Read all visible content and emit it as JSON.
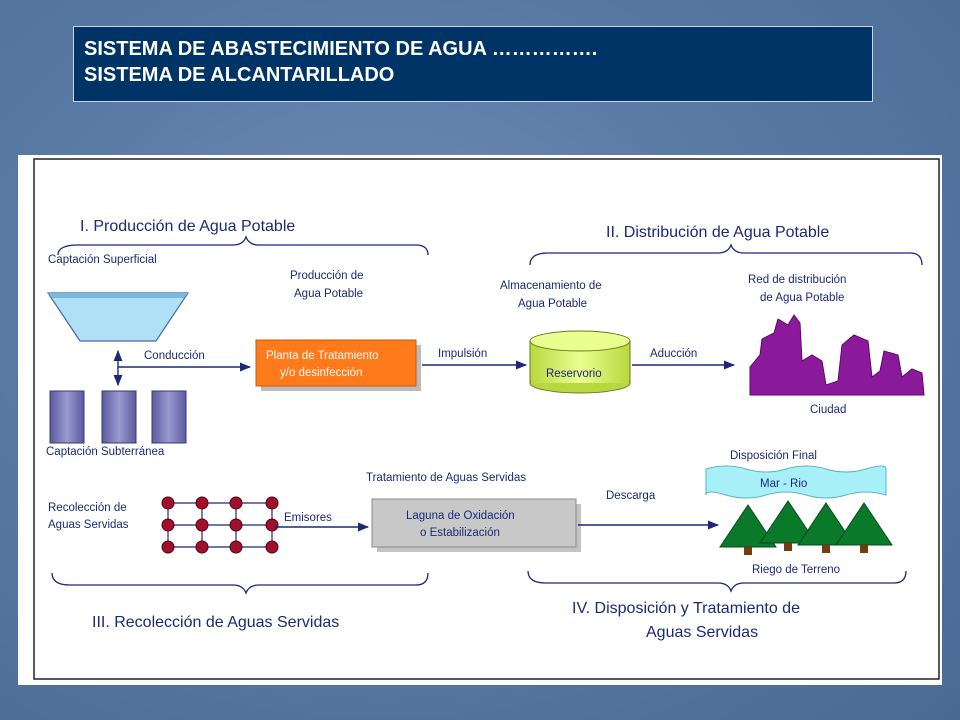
{
  "title": {
    "line1": "SISTEMA DE  ABASTECIMIENTO DE AGUA …………….",
    "line2": "SISTEMA DE ALCANTARILLADO"
  },
  "sections": {
    "s1": "I. Producción de Agua Potable",
    "s2": "II. Distribución de Agua Potable",
    "s3": "III. Recolección de Aguas Servidas",
    "s4_line1": "IV. Disposición y Tratamiento de",
    "s4_line2": "Aguas Servidas"
  },
  "labels": {
    "captacion_superficial": "Captación Superficial",
    "captacion_subterranea": "Captación Subterránea",
    "conduccion": "Conducción",
    "produccion_line1": "Producción de",
    "produccion_line2": "Agua Potable",
    "planta_line1": "Planta de Tratamiento",
    "planta_line2": "y/o desinfección",
    "impulsion": "Impulsión",
    "almacenamiento_line1": "Almacenamiento de",
    "almacenamiento_line2": "Agua Potable",
    "reservorio": "Reservorio",
    "aduccion": "Aducción",
    "red_line1": "Red de distribución",
    "red_line2": "de Agua Potable",
    "ciudad": "Ciudad",
    "recoleccion_line1": "Recolección de",
    "recoleccion_line2": "Aguas Servidas",
    "emisores": "Emisores",
    "tratamiento": "Tratamiento de Aguas Servidas",
    "laguna_line1": "Laguna de Oxidación",
    "laguna_line2": "o Estabilización",
    "descarga": "Descarga",
    "disposicion_final": "Disposición Final",
    "mar_rio": "Mar - Rio",
    "riego": "Riego de Terreno"
  },
  "colors": {
    "title_bg": "#003366",
    "label_text": "#1a2a78",
    "plant": "#ff7a1a",
    "reservoir": "#d8f060",
    "city": "#8a1a9a",
    "tank": "#7a7ab8",
    "pipe_node": "#a0102a",
    "trees": "#0a7a2a",
    "sea": "#a8f0f8",
    "lagoon": "#c8c8c8"
  }
}
